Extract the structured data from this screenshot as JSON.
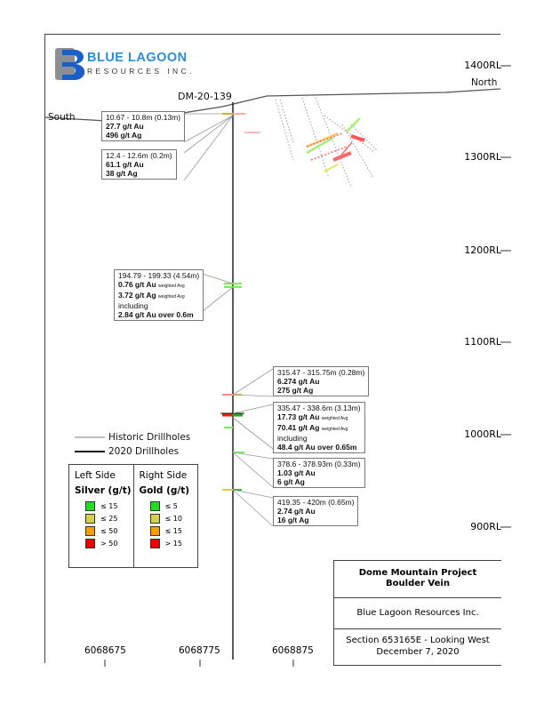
{
  "logo": {
    "line1": "BLUE LAGOON",
    "line2": "RESOURCES INC."
  },
  "section": {
    "hole_label": "DM-20-139",
    "south": "South",
    "north": "North"
  },
  "rl_labels": [
    "1400RL",
    "1300RL",
    "1200RL",
    "1100RL",
    "1000RL",
    "900RL"
  ],
  "eastings": [
    "6068675",
    "6068775",
    "6068875"
  ],
  "intercepts": [
    {
      "interval": "10.67 - 10.8m (0.13m)",
      "au": "27.7 g/t Au",
      "ag": "496 g/t Ag"
    },
    {
      "interval": "12.4 - 12.6m (0.2m)",
      "au": "61.1 g/t Au",
      "ag": "38 g/t Ag"
    },
    {
      "interval": "194.79 - 199.33 (4.54m)",
      "au": "0.76 g/t Au",
      "au_note": "weighted Avg",
      "ag": "3.72 g/t Ag",
      "ag_note": "weighted Avg",
      "incl": "including",
      "incl_value": "2.84 g/t Au over 0.6m"
    },
    {
      "interval": "315.47 - 315.75m (0.28m)",
      "au": "6.274 g/t Au",
      "ag": "275 g/t Ag"
    },
    {
      "interval": "335.47 - 338.6m (3.13m)",
      "au": "17.73 g/t Au",
      "au_note": "weighted Avg",
      "ag": "70.41 g/t Ag",
      "ag_note": "weighted Avg",
      "incl": "including",
      "incl_value": "48.4 g/t Au over 0.65m"
    },
    {
      "interval": "378.6 - 378.93m (0.33m)",
      "au": "1.03 g/t Au",
      "ag": "6 g/t Ag"
    },
    {
      "interval": "419.35 - 420m (0.65m)",
      "au": "2.74 g/t Au",
      "ag": "16 g/t Ag"
    }
  ],
  "line_legend": {
    "historic": "Historic Drillholes",
    "new": "2020 Drillholes"
  },
  "grade_legend": {
    "left": {
      "side": "Left Side",
      "metal": "Silver (g/t)",
      "items": [
        {
          "label": "≤ 15",
          "color": "#22dd22"
        },
        {
          "label": "≤ 25",
          "color": "#d4d44a"
        },
        {
          "label": "≤ 50",
          "color": "#f5a000"
        },
        {
          "label": "> 50",
          "color": "#ee0000"
        }
      ]
    },
    "right": {
      "side": "Right Side",
      "metal": "Gold (g/t)",
      "items": [
        {
          "label": "≤ 5",
          "color": "#22dd22"
        },
        {
          "label": "≤ 10",
          "color": "#d4d44a"
        },
        {
          "label": "≤ 15",
          "color": "#f5a000"
        },
        {
          "label": "> 15",
          "color": "#ee0000"
        }
      ]
    }
  },
  "title_block": {
    "project": "Dome Mountain Project",
    "vein": "Boulder Vein",
    "company": "Blue Lagoon Resources Inc.",
    "section": "Section 653165E - Looking West",
    "date": "December 7, 2020"
  }
}
